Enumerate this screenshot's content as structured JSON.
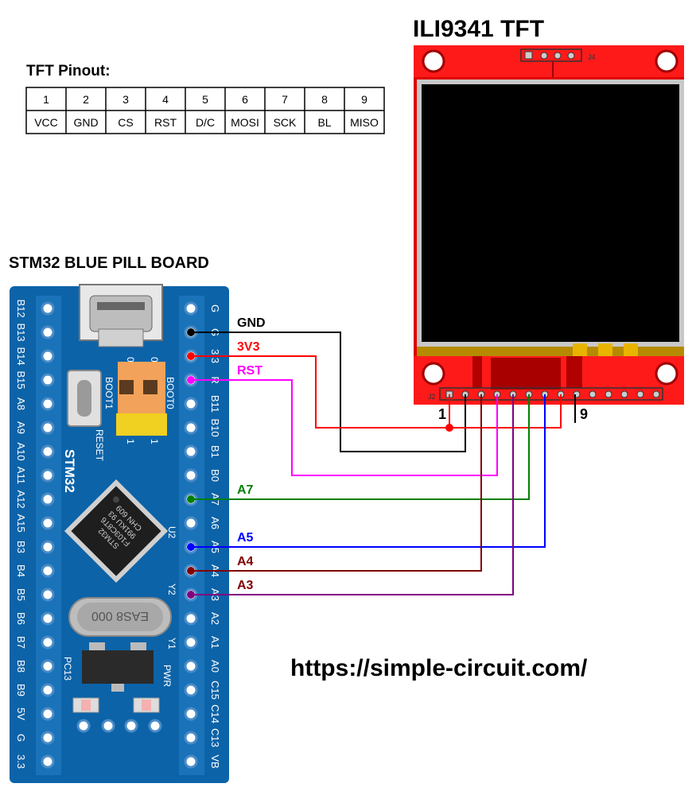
{
  "tft": {
    "title": "ILI9341 TFT",
    "header_label": "J4",
    "connector_label": "J2",
    "first_pin_label": "1",
    "last_pin_label": "9"
  },
  "pinout": {
    "title": "TFT Pinout:",
    "numbers": [
      "1",
      "2",
      "3",
      "4",
      "5",
      "6",
      "7",
      "8",
      "9"
    ],
    "names": [
      "VCC",
      "GND",
      "CS",
      "RST",
      "D/C",
      "MOSI",
      "SCK",
      "BL",
      "MISO"
    ]
  },
  "board": {
    "title": "STM32 BLUE PILL BOARD",
    "brand": "STM32",
    "left_pins": [
      "B12",
      "B13",
      "B14",
      "B15",
      "A8",
      "A9",
      "A10",
      "A11",
      "A12",
      "A15",
      "B3",
      "B4",
      "B5",
      "B6",
      "B7",
      "B8",
      "B9",
      "5V",
      "G",
      "3.3"
    ],
    "right_pins": [
      "G",
      "G",
      "3.3",
      "R",
      "B11",
      "B10",
      "B1",
      "B0",
      "A7",
      "A6",
      "A5",
      "A4",
      "A3",
      "A2",
      "A1",
      "A0",
      "C15",
      "C14",
      "C13",
      "VB"
    ],
    "boot0_label": "BOOT0",
    "boot1_label": "BOOT1",
    "reset_label": "RESET",
    "crystal_label": "EAS8 000",
    "chip_text": [
      "STM32",
      "F103C8T6",
      "991KU 93",
      "CHN 609"
    ],
    "u_label": "U2",
    "y_label": "Y2",
    "y1_label": "Y1",
    "pc13_label": "PC13",
    "pwr_label": "PWR",
    "jumper_values": [
      "0",
      "0",
      "1",
      "1"
    ]
  },
  "wires": [
    {
      "label": "GND",
      "color": "#000000"
    },
    {
      "label": "3V3",
      "color": "#ff0000"
    },
    {
      "label": "RST",
      "color": "#ff00ff"
    },
    {
      "label": "A7",
      "color": "#008000"
    },
    {
      "label": "A5",
      "color": "#0000ff"
    },
    {
      "label": "A4",
      "color": "#800000"
    },
    {
      "label": "A3",
      "color": "#800080"
    }
  ],
  "website": "https://simple-circuit.com/"
}
